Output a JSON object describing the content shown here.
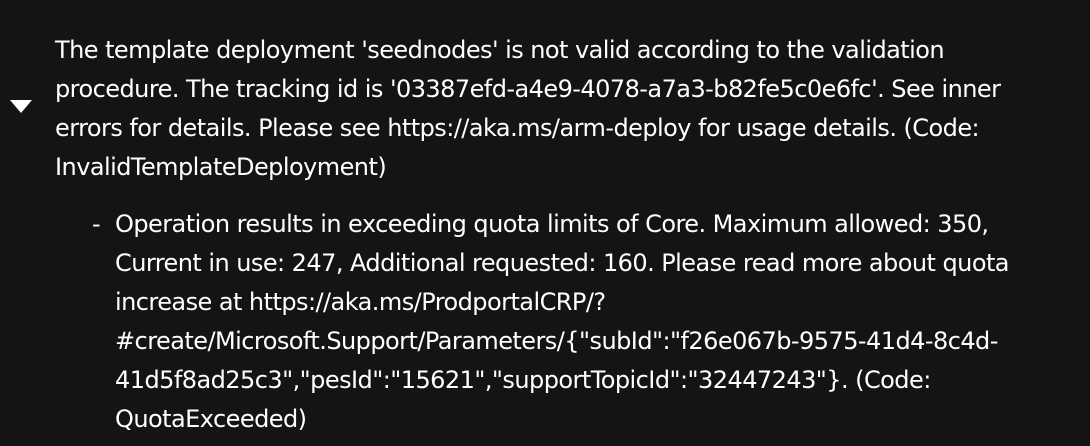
{
  "error": {
    "main_lines": [
      "The template deployment 'seednodes' is not valid according to the validation",
      "procedure. The tracking id is '03387efd-a4e9-4078-a7a3-b82fe5c0e6fc'. See inner",
      "errors for details. Please see https://aka.ms/arm-deploy for usage details. (Code:",
      "InvalidTemplateDeployment)"
    ],
    "toggle_icon": "caret-down-icon",
    "inner_errors": [
      {
        "bullet": "-",
        "lines": [
          "Operation results in exceeding quota limits of Core. Maximum allowed: 350,",
          "Current in use: 247, Additional requested: 160. Please read more about quota",
          "increase at https://aka.ms/ProdportalCRP/?",
          "#create/Microsoft.Support/Parameters/{\"subId\":\"f26e067b-9575-41d4-8c4d-",
          "41d5f8ad25c3\",\"pesId\":\"15621\",\"supportTopicId\":\"32447243\"}. (Code:",
          "QuotaExceeded)"
        ]
      }
    ]
  },
  "colors": {
    "background": "#141414",
    "text": "#ffffff"
  }
}
